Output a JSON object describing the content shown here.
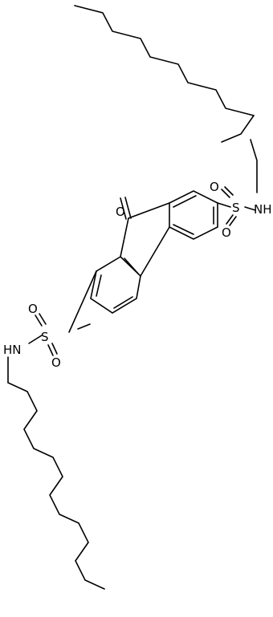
{
  "labels": {
    "o_ketone": "O",
    "s_right": "S",
    "o_right_top": "O",
    "o_right_bottom": "O",
    "nh_right": "NH",
    "s_left": "S",
    "o_left_top": "O",
    "o_left_bottom": "O",
    "hn_left": "HN"
  },
  "colors": {
    "bond": "#000000",
    "background": "#ffffff"
  }
}
